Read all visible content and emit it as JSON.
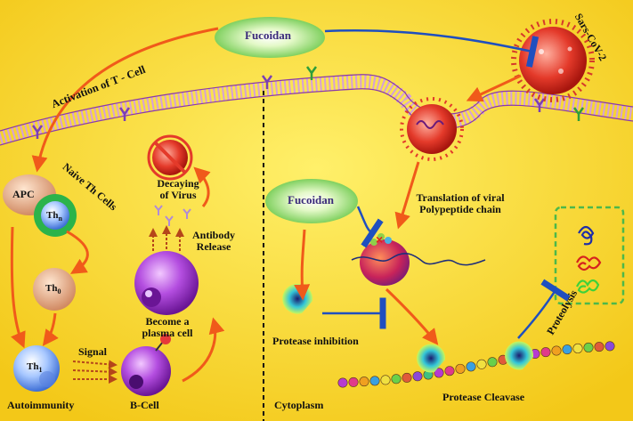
{
  "labels": {
    "fucoidan_top": "Fucoidan",
    "fucoidan_mid": "Fucoidan",
    "activation": "Activation of T - Cell",
    "sars": "Sars-CoV-2",
    "naive": "Naive Th Cells",
    "apc": "APC",
    "th_n": "Th",
    "th_n_sub": "n",
    "th_0": "Th",
    "th_0_sub": "0",
    "th_1": "Th",
    "th_1_sub": "1",
    "decaying_1": "Decaying",
    "decaying_2": "of Virus",
    "antibody_1": "Antibody",
    "antibody_2": "Release",
    "plasma_1": "Become a",
    "plasma_2": "plasma cell",
    "signal": "Signal",
    "autoimmunity": "Autoimmunity",
    "bcell": "B-Cell",
    "translation_1": "Translation of viral",
    "translation_2": "Polypeptide chain",
    "protease_inhibition": "Protease inhibition",
    "proteolysis": "Proteolysis",
    "cytoplasm": "Cytoplasm",
    "protease_cleavage": "Protease Cleavase"
  },
  "colors": {
    "background": "#fbe043",
    "arrow": "#f05a1a",
    "inhibit": "#1f4fbf",
    "fucoidan": "#6fcf3a",
    "virus": "#e43a2a",
    "plasma": "#9b2ecf"
  }
}
